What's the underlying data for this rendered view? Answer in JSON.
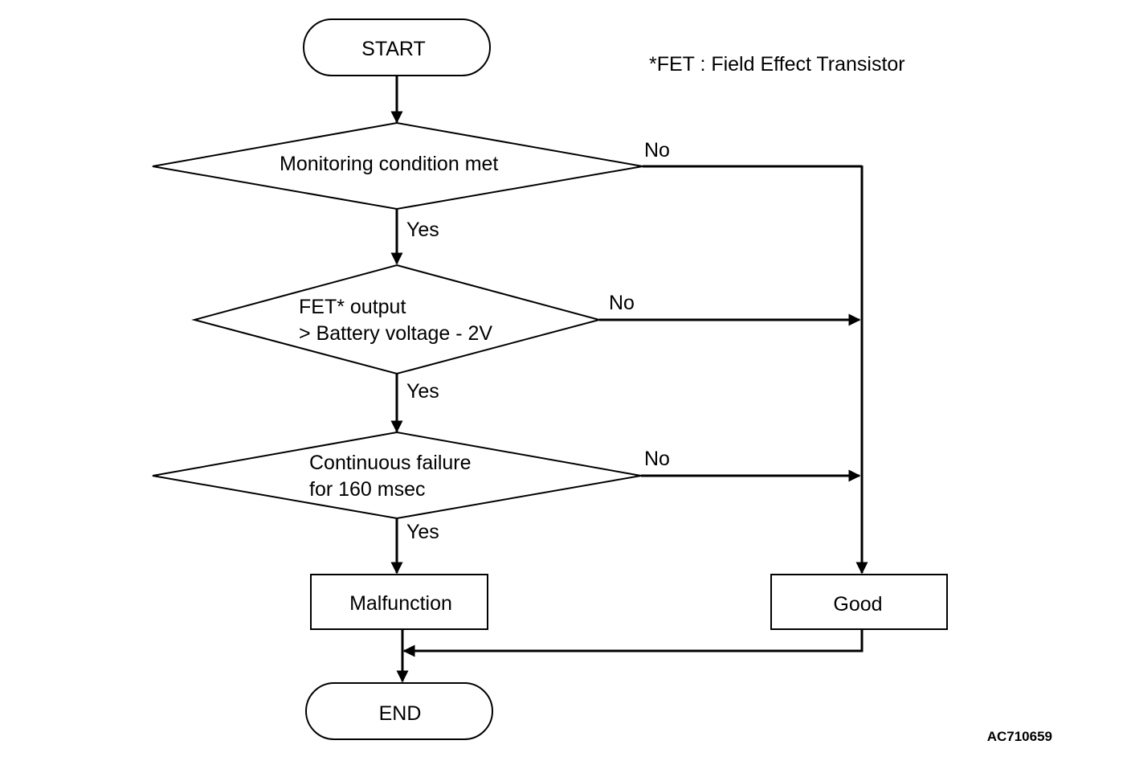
{
  "flowchart": {
    "start": "START",
    "end": "END",
    "footnote": "*FET : Field Effect Transistor",
    "decisions": [
      {
        "lines": [
          "Monitoring condition met"
        ],
        "yes": "Yes",
        "no": "No"
      },
      {
        "lines": [
          "FET* output",
          "> Battery voltage - 2V"
        ],
        "yes": "Yes",
        "no": "No"
      },
      {
        "lines": [
          "Continuous failure",
          "for 160 msec"
        ],
        "yes": "Yes",
        "no": "No"
      }
    ],
    "malfunction": "Malfunction",
    "good": "Good"
  },
  "figure_code": "AC710659"
}
